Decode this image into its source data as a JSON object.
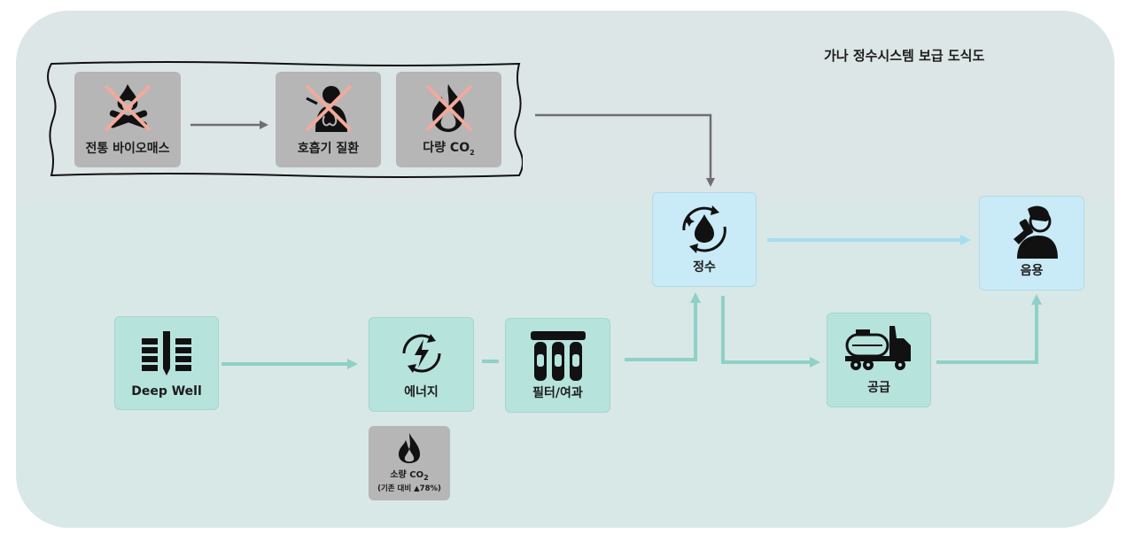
{
  "title": "가나 정수시스템 보급 도식도",
  "legacy": {
    "biomass": "전통 바이오매스",
    "disease": "호흡기 질환",
    "co2_main": "다량 CO",
    "co2_sub": "2"
  },
  "nodes": {
    "deep_well": "Deep Well",
    "energy": "에너지",
    "filter": "필터/여과",
    "purify": "정수",
    "supply": "공급",
    "drink": "음용"
  },
  "energy_co2": {
    "main": "소량 CO",
    "sub": "2",
    "note": "(기존 대비 ▲78%)"
  },
  "colors": {
    "teal_arrow": "#8fd0c7",
    "blue_arrow": "#a9dcef",
    "grey_arrow": "#6f6f6f",
    "cross": "#f2a99b"
  },
  "icons": [
    "fire-icon",
    "sick-person-icon",
    "flame-icon",
    "well-icon",
    "energy-cycle-icon",
    "filter-icon",
    "water-cycle-icon",
    "truck-icon",
    "drinking-person-icon",
    "flame-icon"
  ]
}
